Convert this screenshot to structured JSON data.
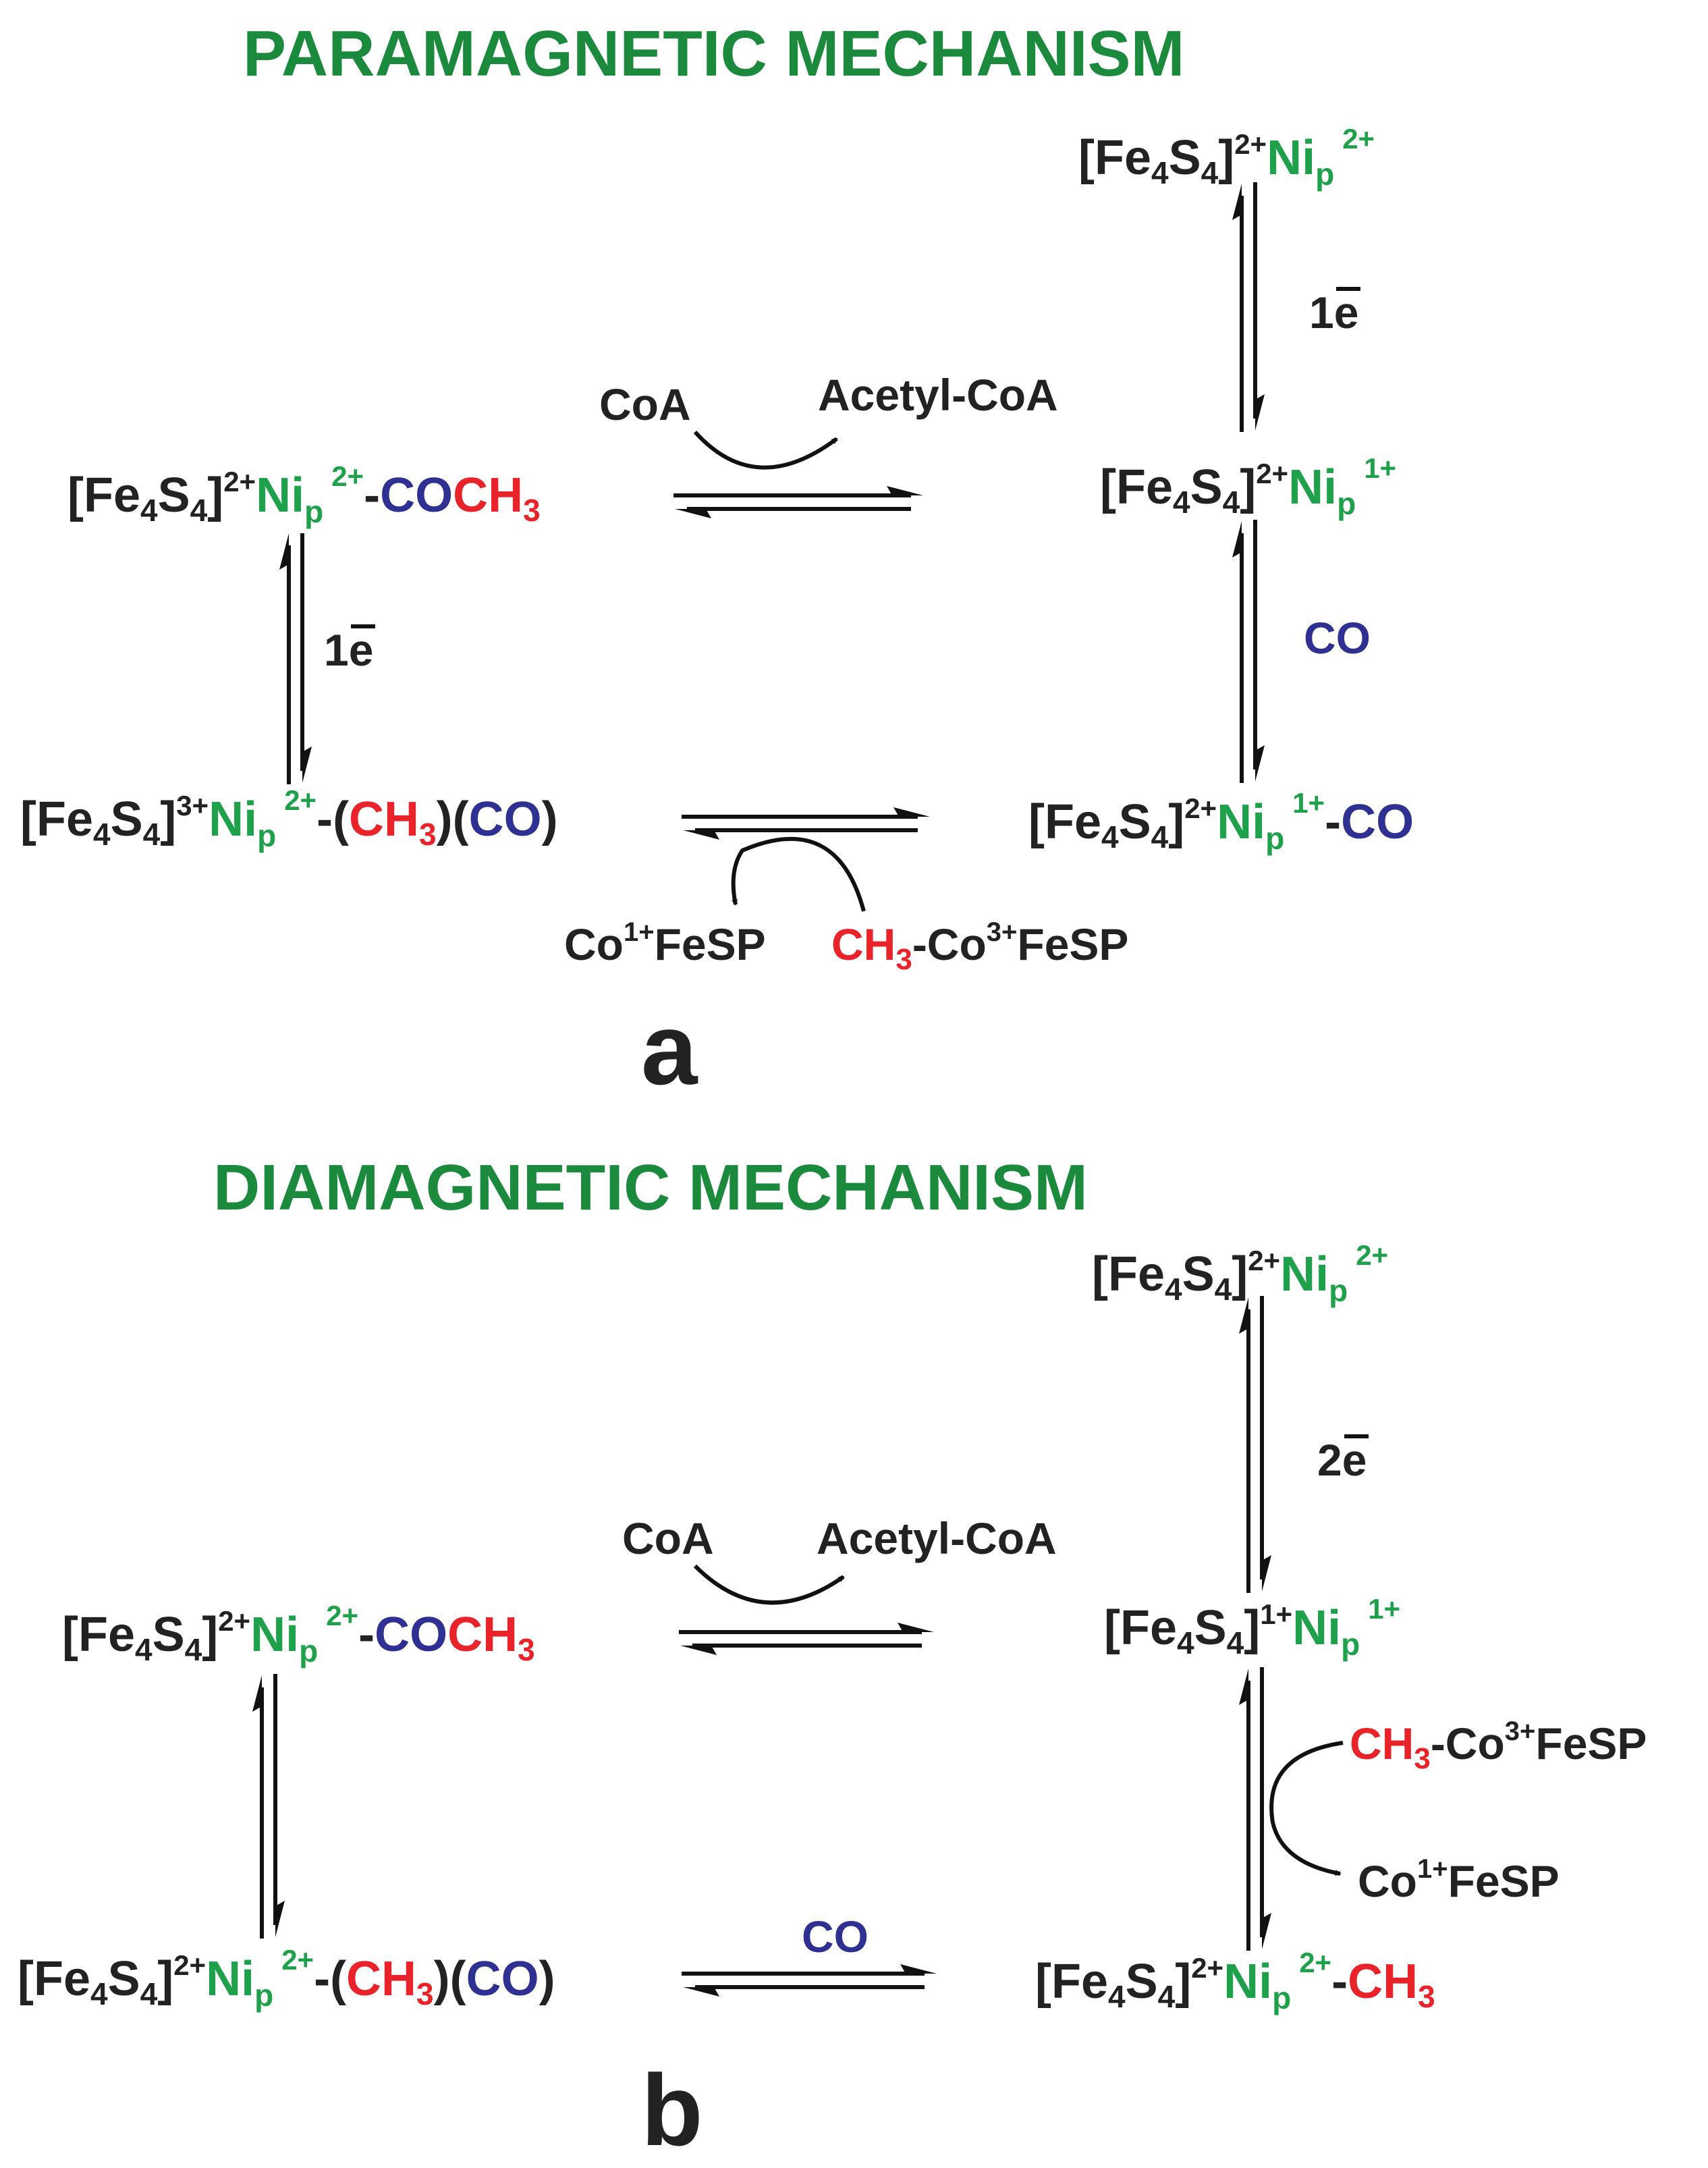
{
  "colors": {
    "title_green": "#1c8a3c",
    "nickel_green": "#1fa04a",
    "methyl_red": "#e8242a",
    "carbonyl_blue": "#2e3192",
    "text_black": "#222222"
  },
  "panel_a": {
    "title": "PARAMAGNETIC MECHANISM",
    "label": "a",
    "species": {
      "top_right": {
        "bracket": "[Fe",
        "fe_sub": "4",
        "s": "S",
        "s_sub": "4",
        "close": "]",
        "fe_charge": "2+",
        "ni": "Ni",
        "ni_sub": "p",
        "ni_charge": "2+"
      },
      "mid_right": {
        "bracket": "[Fe",
        "fe_sub": "4",
        "s": "S",
        "s_sub": "4",
        "close": "]",
        "fe_charge": "2+",
        "ni": "Ni",
        "ni_sub": "p",
        "ni_charge": "1+"
      },
      "bottom_right": {
        "bracket": "[Fe",
        "fe_sub": "4",
        "s": "S",
        "s_sub": "4",
        "close": "]",
        "fe_charge": "2+",
        "ni": "Ni",
        "ni_sub": "p",
        "ni_charge": "1+",
        "dash": "-",
        "co": "CO"
      },
      "mid_left": {
        "bracket": "[Fe",
        "fe_sub": "4",
        "s": "S",
        "s_sub": "4",
        "close": "]",
        "fe_charge": "2+",
        "ni": "Ni",
        "ni_sub": "p",
        "ni_charge": "2+",
        "dash": "-",
        "co": "CO",
        "ch": "CH",
        "ch_sub": "3"
      },
      "bottom_left": {
        "bracket": "[Fe",
        "fe_sub": "4",
        "s": "S",
        "s_sub": "4",
        "close": "]",
        "fe_charge": "3+",
        "ni": "Ni",
        "ni_sub": "p",
        "ni_charge": "2+",
        "open": "-(",
        "ch": "CH",
        "ch_sub": "3",
        "mid": ")(",
        "co": "CO",
        "end": ")"
      }
    },
    "reagents": {
      "coa": "CoA",
      "acetyl_coa": "Acetyl-CoA",
      "electron_top": {
        "num": "1",
        "e": "e"
      },
      "electron_left": {
        "num": "1",
        "e": "e"
      },
      "co_right": "CO",
      "co_fesp_left": {
        "co": "Co",
        "charge": "1+",
        "rest": "FeSP"
      },
      "ch3_co_fesp": {
        "ch": "CH",
        "sub": "3",
        "dash": "-Co",
        "charge": "3+",
        "rest": "FeSP"
      }
    }
  },
  "panel_b": {
    "title": "DIAMAGNETIC MECHANISM",
    "label": "b",
    "species": {
      "top_right": {
        "bracket": "[Fe",
        "fe_sub": "4",
        "s": "S",
        "s_sub": "4",
        "close": "]",
        "fe_charge": "2+",
        "ni": "Ni",
        "ni_sub": "p",
        "ni_charge": "2+"
      },
      "mid_right": {
        "bracket": "[Fe",
        "fe_sub": "4",
        "s": "S",
        "s_sub": "4",
        "close": "]",
        "fe_charge": "1+",
        "ni": "Ni",
        "ni_sub": "p",
        "ni_charge": "1+"
      },
      "bottom_right": {
        "bracket": "[Fe",
        "fe_sub": "4",
        "s": "S",
        "s_sub": "4",
        "close": "]",
        "fe_charge": "2+",
        "ni": "Ni",
        "ni_sub": "p",
        "ni_charge": "2+",
        "dash": "-",
        "ch": "CH",
        "ch_sub": "3"
      },
      "mid_left": {
        "bracket": "[Fe",
        "fe_sub": "4",
        "s": "S",
        "s_sub": "4",
        "close": "]",
        "fe_charge": "2+",
        "ni": "Ni",
        "ni_sub": "p",
        "ni_charge": "2+",
        "dash": "-",
        "co": "CO",
        "ch": "CH",
        "ch_sub": "3"
      },
      "bottom_left": {
        "bracket": "[Fe",
        "fe_sub": "4",
        "s": "S",
        "s_sub": "4",
        "close": "]",
        "fe_charge": "2+",
        "ni": "Ni",
        "ni_sub": "p",
        "ni_charge": "2+",
        "open": "-(",
        "ch": "CH",
        "ch_sub": "3",
        "mid": ")(",
        "co": "CO",
        "end": ")"
      }
    },
    "reagents": {
      "coa": "CoA",
      "acetyl_coa": "Acetyl-CoA",
      "electron_top": {
        "num": "2",
        "e": "e"
      },
      "co_bottom": "CO",
      "ch3_co_fesp": {
        "ch": "CH",
        "sub": "3",
        "dash": "-Co",
        "charge": "3+",
        "rest": "FeSP"
      },
      "co_fesp_right": {
        "co": "Co",
        "charge": "1+",
        "rest": "FeSP"
      }
    }
  }
}
